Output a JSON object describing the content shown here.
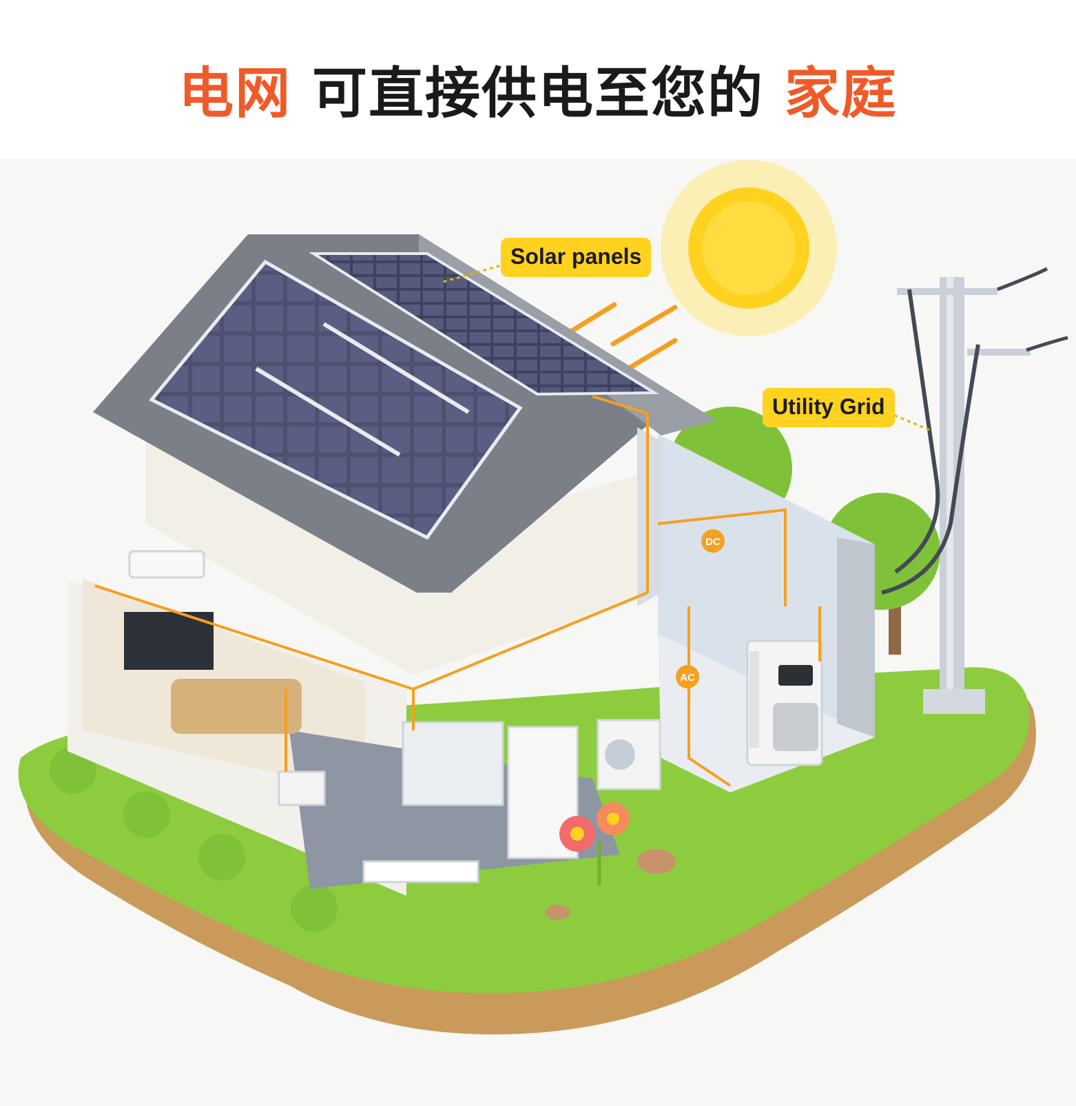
{
  "headline": {
    "part1": "电网",
    "part2": " 可直接供电至您的 ",
    "part3": "家庭"
  },
  "labels": {
    "solar_panels": "Solar panels",
    "utility_grid": "Utility Grid",
    "dc": "DC",
    "ac": "AC"
  },
  "colors": {
    "headline_accent": "#f05a28",
    "headline_text": "#1a1a1a",
    "callout_bg": "#ffd21f",
    "wire": "#f5a020",
    "sun": "#ffd21f",
    "grass": "#8ccc3e",
    "soil": "#c99a5a",
    "roof": "#7b7f87",
    "panel": "#4d5070"
  }
}
